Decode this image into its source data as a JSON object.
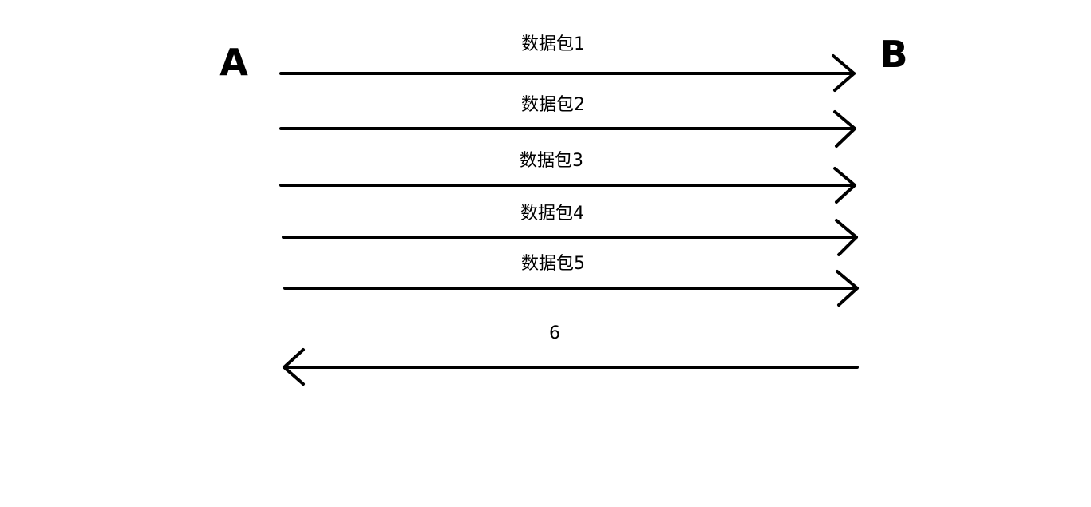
{
  "nodes": {
    "a": "A",
    "b": "B"
  },
  "messages": [
    {
      "label": "数据包1",
      "direction": "a-to-b"
    },
    {
      "label": "数据包2",
      "direction": "a-to-b"
    },
    {
      "label": "数据包3",
      "direction": "a-to-b"
    },
    {
      "label": "数据包4",
      "direction": "a-to-b"
    },
    {
      "label": "数据包5",
      "direction": "a-to-b"
    },
    {
      "label": "6",
      "direction": "b-to-a"
    }
  ],
  "colors": {
    "stroke": "#000000",
    "text": "#000000",
    "background": "#ffffff"
  }
}
